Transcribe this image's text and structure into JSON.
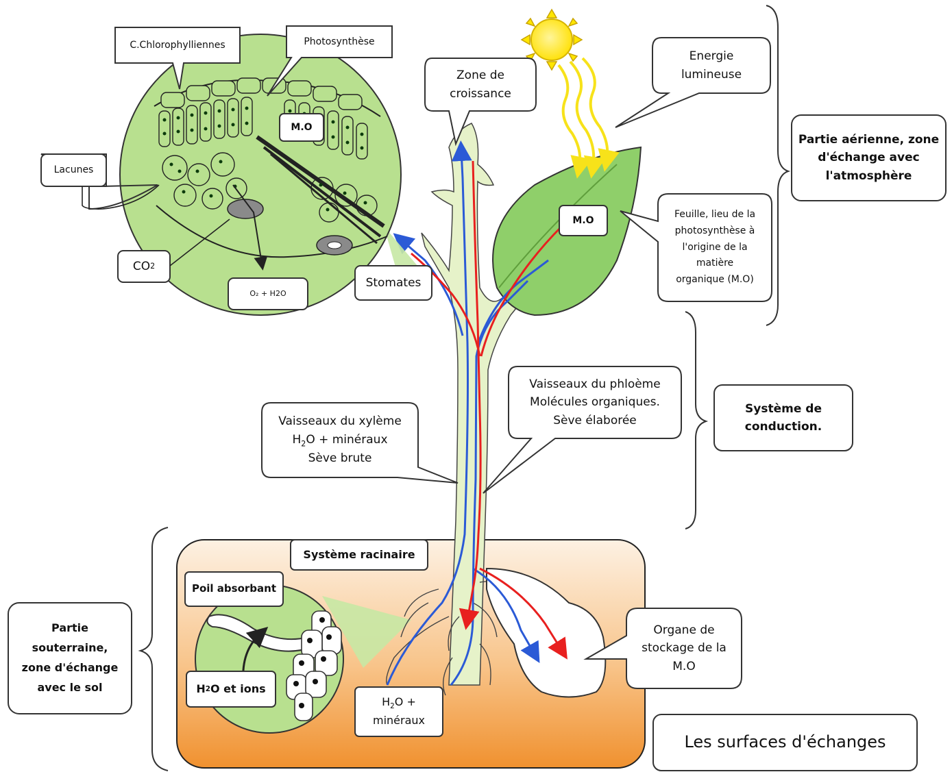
{
  "colors": {
    "leaf": "#8fcf6a",
    "stem": "#e6f2c9",
    "xylem": "#2b5ad6",
    "phloem": "#e8201f",
    "soil_top": "#fbe7d2",
    "soil_bottom": "#f29a3b",
    "sun": "#ffe600",
    "callout_bg": "#ffffff",
    "callout_border": "#333333"
  },
  "labels": {
    "chlorophylliennes": "C.Chlorophylliennes",
    "photosynthese": "Photosynthèse",
    "mo_zoom": "M.O",
    "lacunes": "Lacunes",
    "co2": "CO",
    "co2_sub": "2",
    "o2_h2o": "O₂ + H2O",
    "stomates": "Stomates",
    "zone_croissance": [
      "Zone de",
      "croissance"
    ],
    "energie": [
      "Energie",
      "lumineuse"
    ],
    "mo_leaf": "M.O",
    "feuille": [
      "Feuille, lieu de la",
      "photosynthèse à",
      "l'origine de la",
      "matière",
      "organique (M.O)"
    ],
    "partie_aerienne": [
      "Partie aérienne, zone",
      "d'échange avec",
      "l'atmosphère"
    ],
    "phloeme": [
      "Vaisseaux du phloème",
      "Molécules organiques.",
      "Sève élaborée"
    ],
    "systeme_conduction": [
      "Système de",
      "conduction."
    ],
    "xyleme_1": "Vaisseaux du xylème",
    "xyleme_2_a": "H",
    "xyleme_2_sub": "2",
    "xyleme_2_b": "O + minéraux",
    "xyleme_3": "Sève brute",
    "systeme_racinaire": "Système racinaire",
    "poil_absorbant": "Poil absorbant",
    "h2o_ions_a": "H",
    "h2o_ions_sub": "2",
    "h2o_ions_b": "O et ions",
    "h2o_mineraux_a": "H",
    "h2o_mineraux_sub": "2",
    "h2o_mineraux_b": "O +",
    "h2o_mineraux_c": "minéraux",
    "organe_stockage": [
      "Organe de",
      "stockage de la",
      "M.O"
    ],
    "partie_souterraine": [
      "Partie",
      "souterraine,",
      "zone d'échange",
      "avec le sol"
    ],
    "title": "Les surfaces d'échanges"
  }
}
